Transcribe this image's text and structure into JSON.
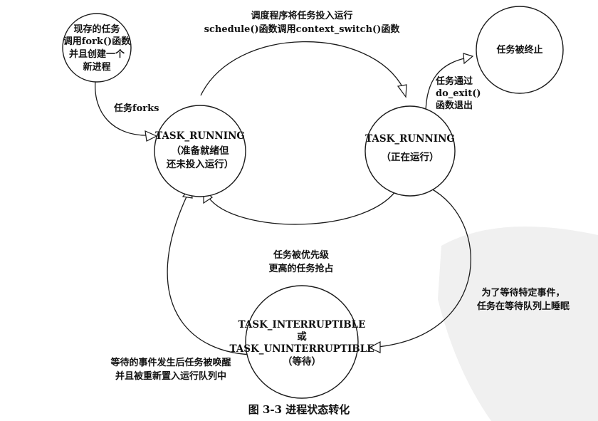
{
  "nodes": {
    "fork_task": {
      "lines": [
        "现存的任务",
        "调用fork()函数",
        "并且创建一个",
        "新进程"
      ]
    },
    "terminated": {
      "lines": [
        "任务被终止"
      ]
    },
    "ready": {
      "lines": [
        "TASK_RUNNING",
        "（准备就绪但",
        "还未投入运行）"
      ]
    },
    "running": {
      "lines": [
        "TASK_RUNNING",
        "（正在运行）"
      ]
    },
    "waiting": {
      "lines": [
        "TASK_INTERRUPTIBLE",
        "或",
        "TASK_UNINTERRUPTIBLE",
        "（等待）"
      ]
    }
  },
  "edges": {
    "forks": {
      "lines": [
        "任务forks"
      ]
    },
    "schedule": {
      "lines": [
        "调度程序将任务投入运行",
        "schedule()函数调用context_switch()函数"
      ]
    },
    "exit": {
      "lines": [
        "任务通过",
        "do_exit()",
        "函数退出"
      ]
    },
    "preempt": {
      "lines": [
        "任务被优先级",
        "更高的任务抢占"
      ]
    },
    "sleep": {
      "lines": [
        "为了等待特定事件，",
        "任务在等待队列上睡眠"
      ]
    },
    "wake": {
      "lines": [
        "等待的事件发生后任务被唤醒",
        "并且被重新置入运行队列中"
      ]
    }
  },
  "caption": "图 3-3   进程状态转化"
}
